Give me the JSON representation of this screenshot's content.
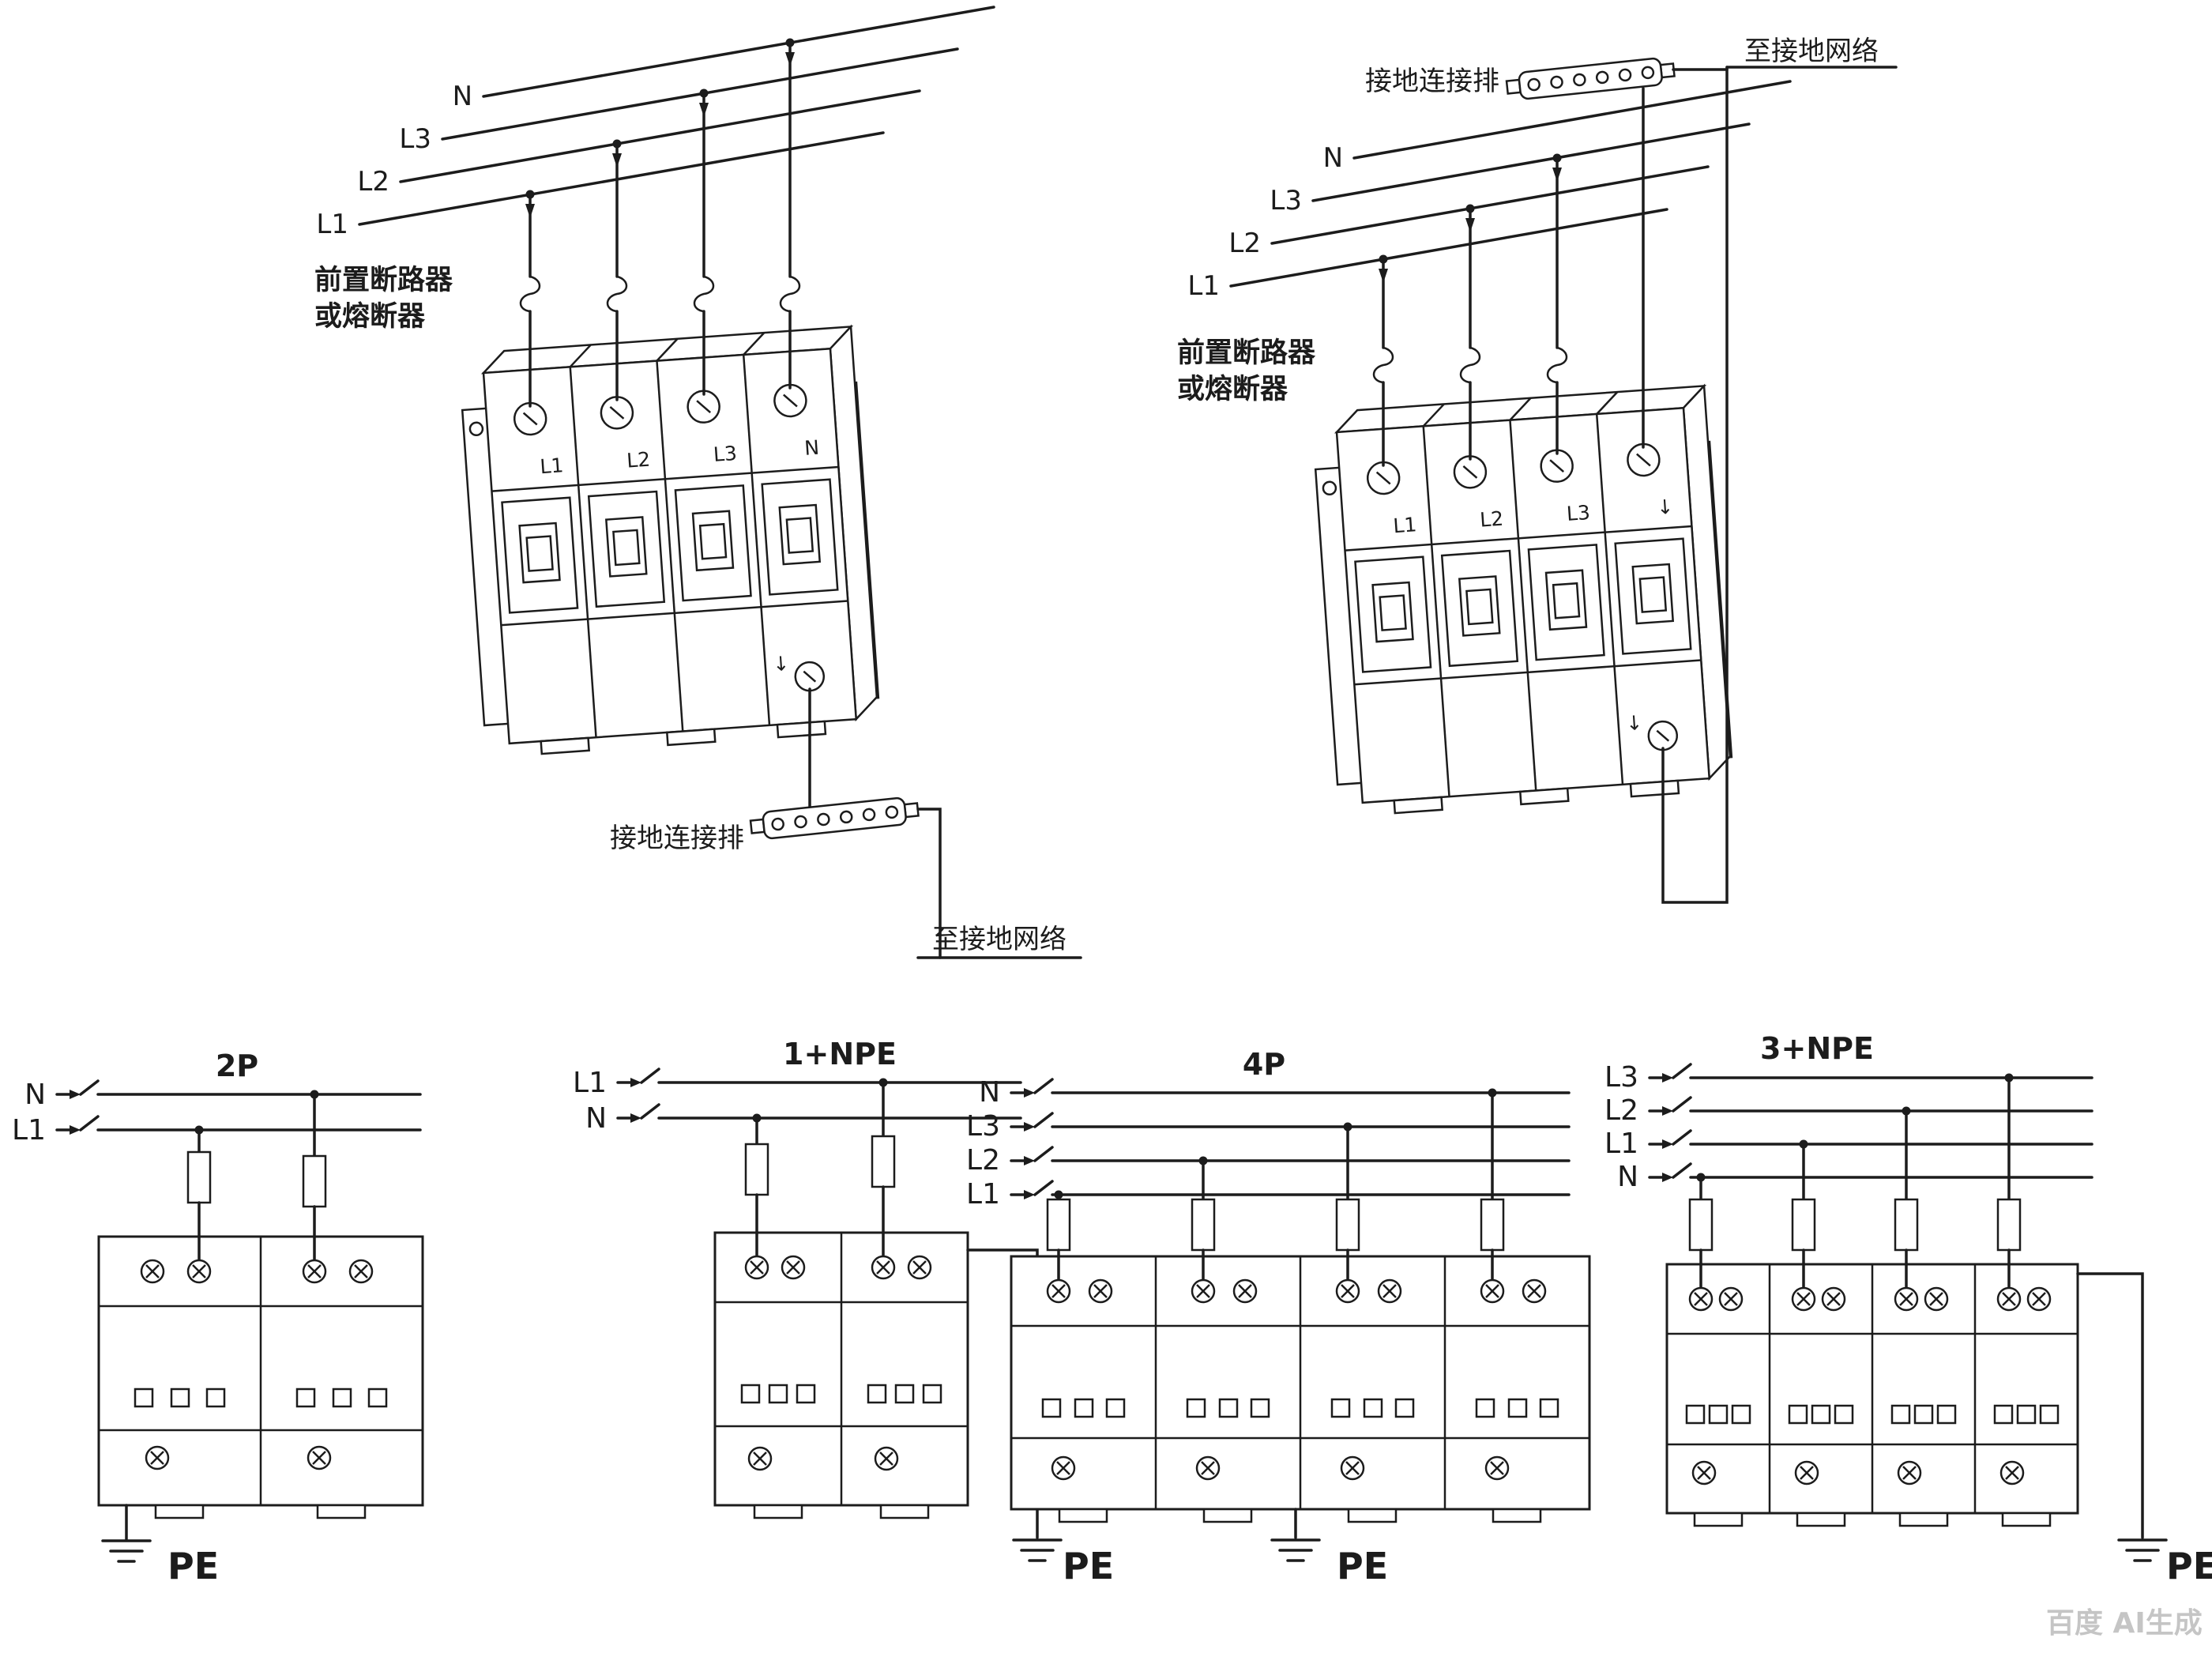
{
  "iso_left": {
    "wire_labels": [
      "N",
      "L3",
      "L2",
      "L1"
    ],
    "note_line1": "前置断路器",
    "note_line2": "或熔断器",
    "terminals": [
      "L1",
      "L2",
      "L3",
      "N"
    ],
    "bottom_ground_mark": "↓",
    "ground_bar_label": "接地连接排",
    "to_ground_label": "至接地网络"
  },
  "iso_right": {
    "wire_labels": [
      "N",
      "L3",
      "L2",
      "L1"
    ],
    "note_line1": "前置断路器",
    "note_line2": "或熔断器",
    "terminals": [
      "L1",
      "L2",
      "L3",
      "↓"
    ],
    "bottom_ground_mark": "↓",
    "ground_bar_label": "接地连接排",
    "to_ground_label": "至接地网络"
  },
  "schematics": {
    "s1": {
      "title": "2P",
      "wires": [
        "N",
        "L1"
      ],
      "pe_label": "PE"
    },
    "s2": {
      "title": "1+NPE",
      "wires": [
        "L1",
        "N"
      ],
      "pe_label": "PE"
    },
    "s3": {
      "title": "4P",
      "wires": [
        "N",
        "L3",
        "L2",
        "L1"
      ],
      "pe_label": "PE"
    },
    "s4": {
      "title": "3+NPE",
      "wires": [
        "L3",
        "L2",
        "L1",
        "N"
      ],
      "pe_label": "PE"
    }
  },
  "watermark": "百度 AI生成",
  "colors": {
    "ink": "#1c1c1c",
    "paper": "#ffffff",
    "watermark": "#c5c5c5"
  }
}
